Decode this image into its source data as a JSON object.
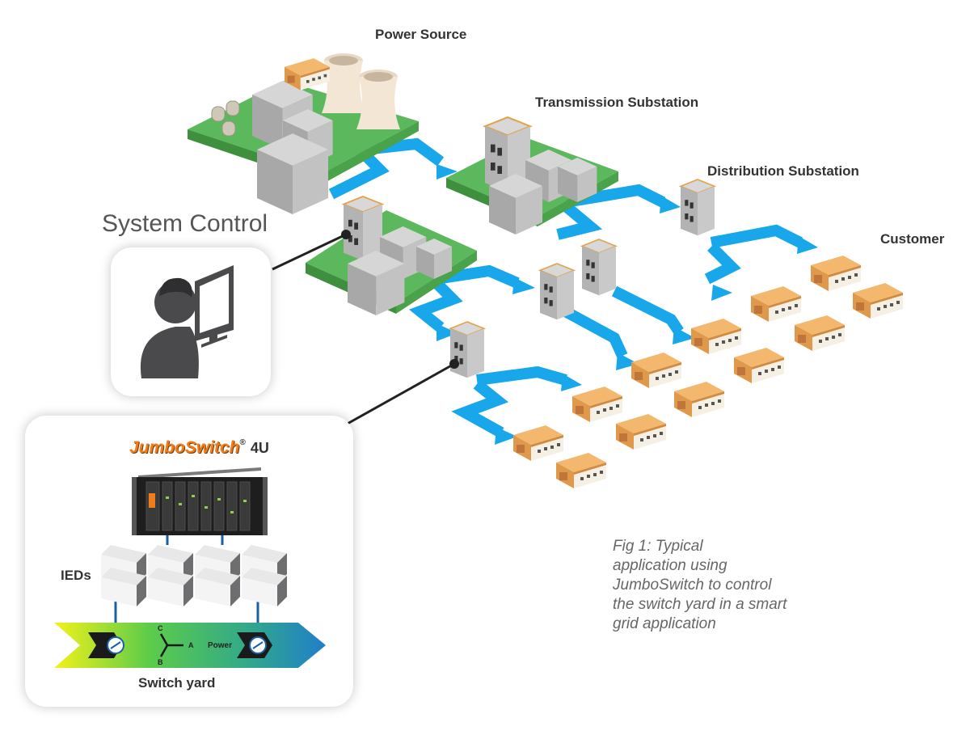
{
  "labels": {
    "power_source": "Power Source",
    "transmission_substation": "Transmission Substation",
    "distribution_substation": "Distribution Substation",
    "customer": "Customer",
    "system_control": "System Control"
  },
  "jumboswitch": {
    "brand": "JumboSwitch",
    "registered": "®",
    "size": "4U",
    "ieds_label": "IEDs",
    "switch_yard_label": "Switch yard",
    "power_label": "Power",
    "phase_a": "A",
    "phase_b": "B",
    "phase_c": "C"
  },
  "caption": {
    "lines": [
      "Fig 1: Typical",
      "application using",
      "JumboSwitch to control",
      "the switch yard in a smart",
      "grid application"
    ]
  },
  "colors": {
    "flow": "#17a7ea",
    "ground": "#5cb85c",
    "building": "#b9b9b9",
    "house_roof": "#f3b86d",
    "ied": "#6e6e70",
    "brand_orange": "#f07d1a"
  }
}
